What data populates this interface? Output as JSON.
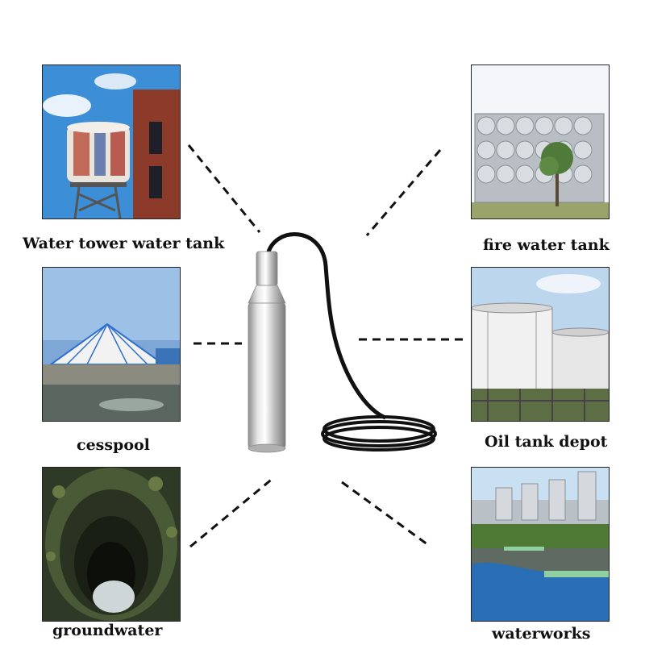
{
  "applications": [
    {
      "id": "water-tower",
      "label": "Water tower water tank"
    },
    {
      "id": "fire-tank",
      "label": "fire water tank"
    },
    {
      "id": "cesspool",
      "label": "cesspool"
    },
    {
      "id": "oil-depot",
      "label": "Oil tank depot"
    },
    {
      "id": "groundwater",
      "label": "groundwater"
    },
    {
      "id": "waterworks",
      "label": "waterworks"
    }
  ]
}
